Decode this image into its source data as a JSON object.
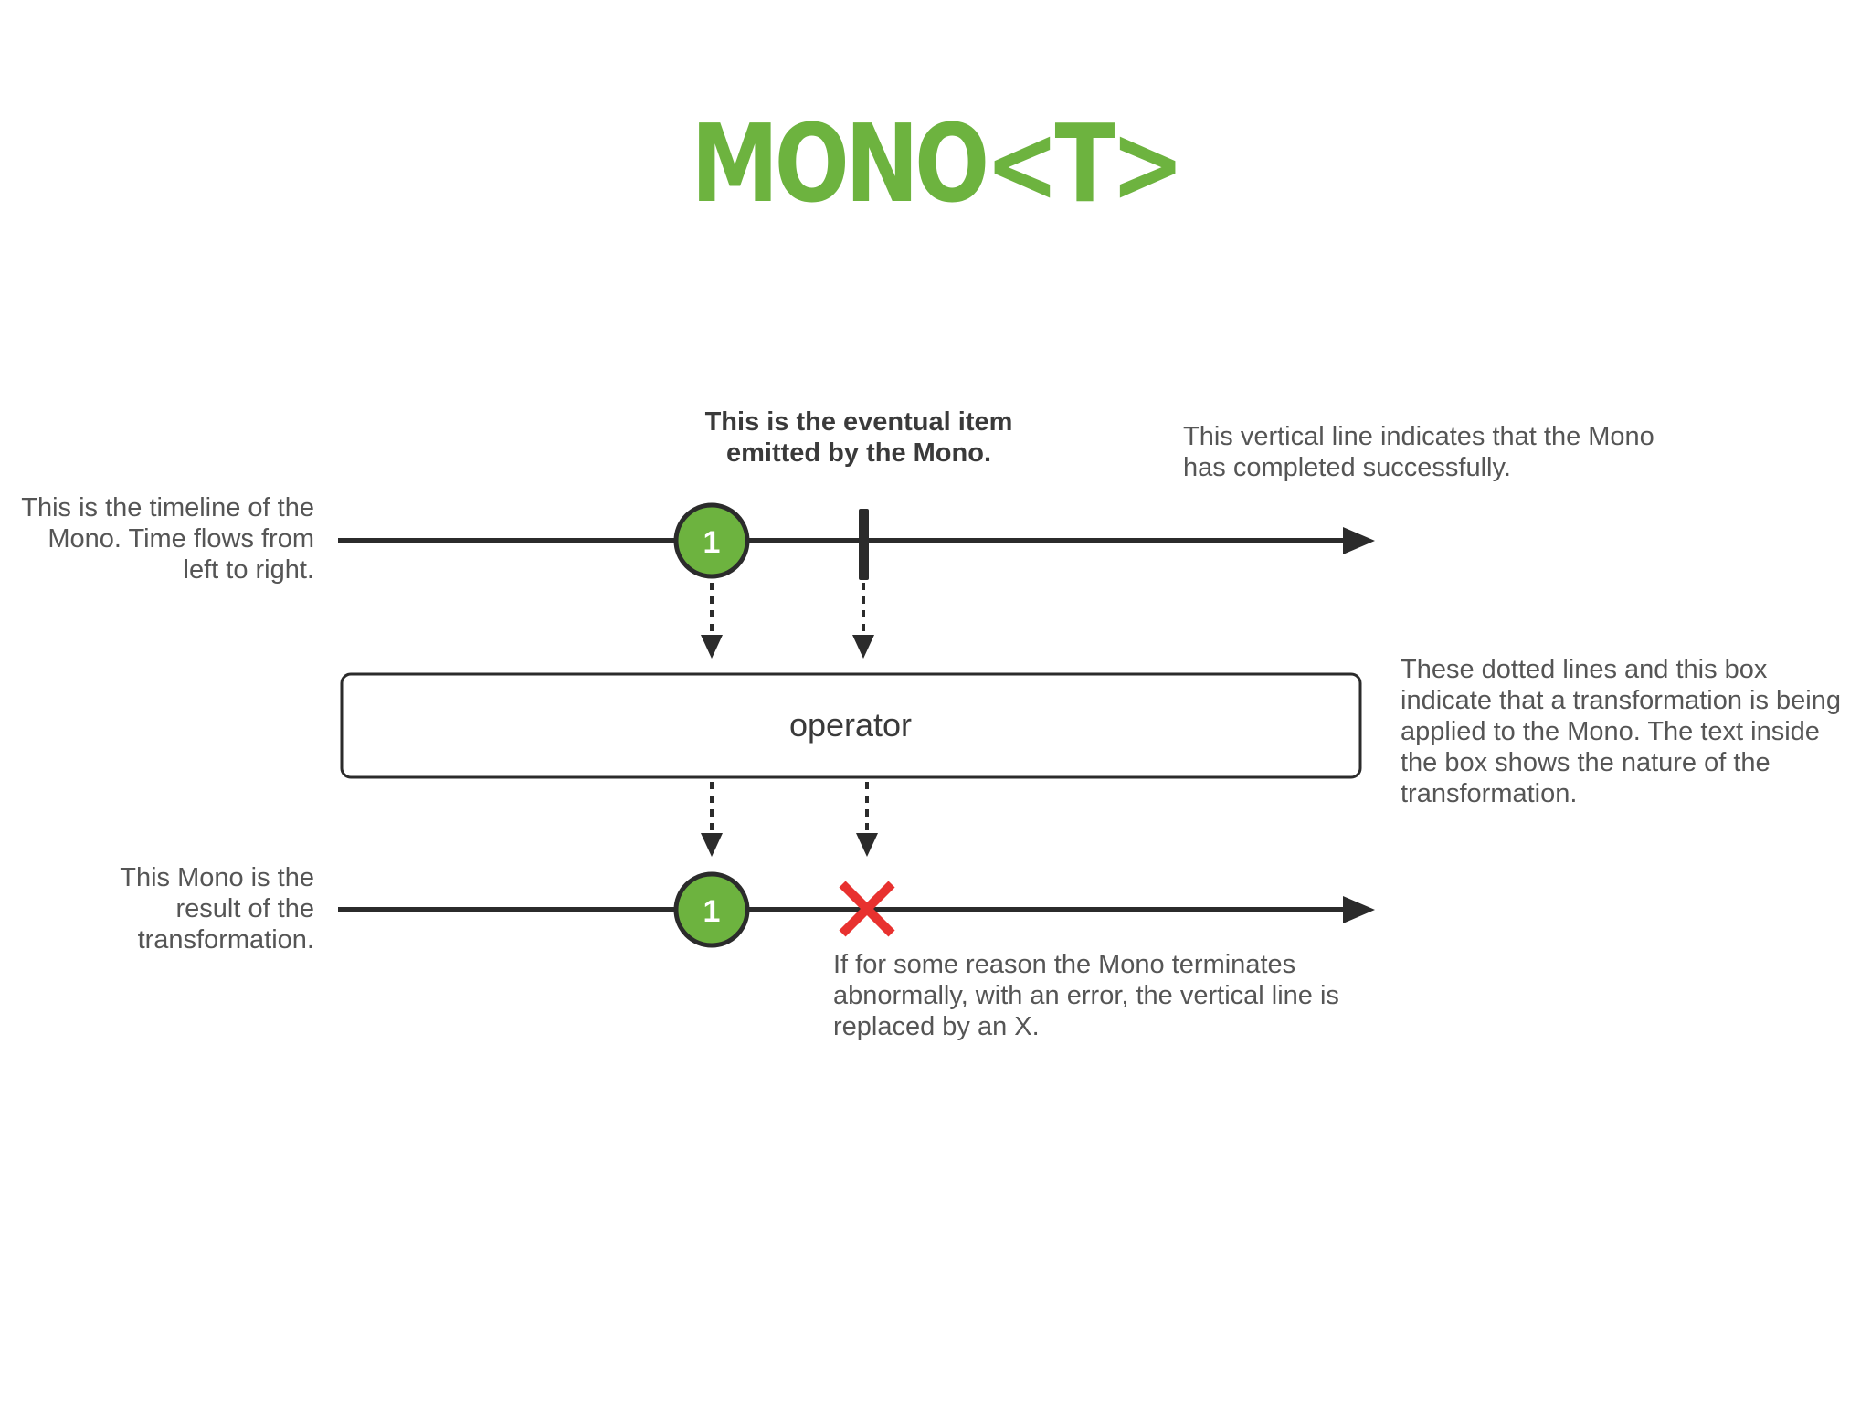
{
  "title": "MONO<T>",
  "colors": {
    "title": "#6db33f",
    "item_fill": "#6db33f",
    "line": "#2b2b2b",
    "error": "#e8312f",
    "note_text": "#555555"
  },
  "notes": {
    "eventual_item": [
      "This is the eventual item",
      "emitted by the Mono."
    ],
    "completed": [
      "This vertical line indicates that the Mono",
      "has completed successfully."
    ],
    "timeline": [
      "This is the timeline of the",
      "Mono. Time flows from",
      "left to right."
    ],
    "transformation": [
      "These dotted lines and this box",
      "indicate that a transformation is being",
      "applied to the Mono. The text inside",
      "the box shows the nature of the",
      "transformation."
    ],
    "result": [
      "This Mono is the",
      "result of the",
      "transformation."
    ],
    "error": [
      "If for some reason the Mono terminates",
      "abnormally, with an error, the vertical line is",
      "replaced by an X."
    ]
  },
  "operator_label": "operator",
  "items": {
    "top": "1",
    "bottom": "1"
  },
  "icons": {
    "completion": "vertical-bar-icon",
    "error": "red-x-icon",
    "arrow": "arrowhead-icon"
  }
}
